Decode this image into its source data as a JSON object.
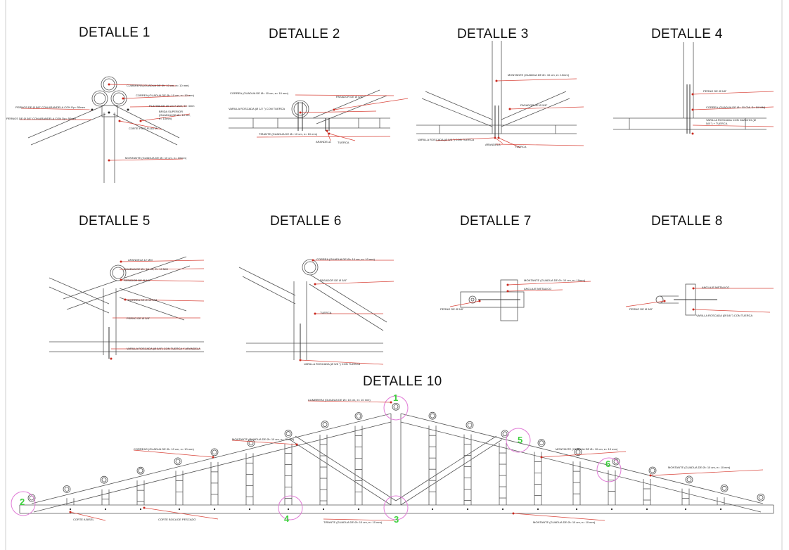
{
  "details": [
    {
      "title": "DETALLE 1",
      "labels": [
        "CUMBRERA (GUADUA DE Ø= 10 cm, e= 10 mm)",
        "CORREA (GUADUA DE Ø= 10 cm, e= 10 mm)",
        "PERNOS DE Ø 5/8\" CON ARANDELA CON Dp= 50mm",
        "PLATINA DE 30 cm X 2cm, E= 4mm",
        "PERNOS DE Ø 3/8\" CON ARANDELA CON Dp= 50mm",
        "BRIDA SUPERIOR (GUADUA DE Ø= 10 cm, e= 10mm)",
        "CORTE PICO FLAUTA",
        "MONTANTE (GUADUA DE Ø= 10 cm, e= 10mm)"
      ]
    },
    {
      "title": "DETALLE 2",
      "labels": [
        "CORREA (GUADUA DE Ø= 10 cm, e= 10 mm)",
        "PASADOR DE Ø 5/8\"",
        "VARILLA ROSCADA (Ø 1/2 \") CON TUERCA",
        "TIRANTE (GUADUA DE Ø= 10 cm, e= 10 mm)",
        "ARANDELA",
        "TUERCA"
      ]
    },
    {
      "title": "DETALLE 3",
      "labels": [
        "MONTANTE (GUADUA DE Ø= 10 cm, e= 10mm)",
        "PASADOR DE Ø 5/8\"",
        "VARILLA ROSCADA (Ø 5/8 \") CON TUERCA",
        "ARANDELA",
        "TUERCA"
      ]
    },
    {
      "title": "DETALLE 4",
      "labels": [
        "PERNO DE Ø 5/8\"",
        "CORREA (GUADUA DE Ø= 10 CM, E= 10 MM)",
        "VARILLA ROSCADA CON GANCHO (Ø 5/8 \") + TUERCA"
      ]
    },
    {
      "title": "DETALLE 5",
      "labels": [
        "ARANDELA 12 MM",
        "GUADUA DE Ø= 10 cm, E= 10 MM",
        "PASADOR DE Ø 5/8\"",
        "CORREA DE Ø 12 MM",
        "PERNO DE Ø 5/8\"",
        "VARILLA ROSCADA (Ø 5/8\") CON TUERCA Y ARANDELA"
      ]
    },
    {
      "title": "DETALLE 6",
      "labels": [
        "CORREA (GUADUA DE Ø= 10 cm, e= 10 mm)",
        "PASADOR DE Ø 5/8\"",
        "TUERCA",
        "VARILLA ROSCADA (Ø 5/8 \") CON TUERCA"
      ]
    },
    {
      "title": "DETALLE 7",
      "labels": [
        "MONTANTE (GUADUA DE Ø= 10 cm, e= 10mm)",
        "ANCLAJE METALICO",
        "PERNO DE Ø 5/8\""
      ]
    },
    {
      "title": "DETALLE 8",
      "labels": [
        "ANCLAJE METALICO",
        "PERNO DE Ø 5/8\"",
        "VARILLA ROSCADA (Ø 5/8 \") CON TUERCA"
      ]
    },
    {
      "title": "DETALLE 10",
      "labels": [
        "CUMBRERA (GUADUA DE Ø= 10 cm, e= 10 mm)",
        "MONTANTE (GUADUA DE Ø= 10 cm, e= 10 mm)",
        "CORREAS (GUADUA DE Ø= 10 cm, e= 10 mm)",
        "MONTANTE (GUADUA DE Ø= 10 cm, e= 10 mm)",
        "MONTANTE (GUADUA DE Ø= 10 cm, e= 10 mm)",
        "CORTE A BISEL",
        "CORTE BOCA DE PESCADO",
        "TIRANTE (GUADUA DE Ø= 10 cm, e= 10 mm)",
        "MONTANTE (GUADUA DE Ø= 10 cm, e= 10 mm)"
      ]
    }
  ],
  "markers": [
    "1",
    "2",
    "3",
    "4",
    "5",
    "6"
  ],
  "colors": {
    "leader": "#d9453b",
    "marker": "#3ccf3c",
    "marker_circle": "#e07ad6",
    "line": "#555555"
  }
}
